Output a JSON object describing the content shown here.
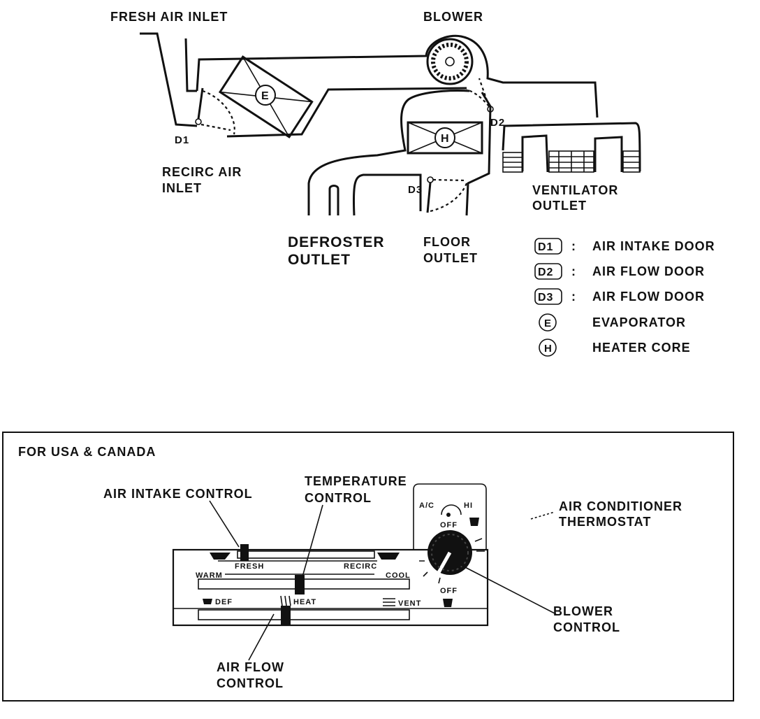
{
  "diagram": {
    "labels": {
      "fresh_air_inlet": "FRESH AIR INLET",
      "blower": "BLOWER",
      "recirc_line1": "RECIRC AIR",
      "recirc_line2": "INLET",
      "defroster_line1": "DEFROSTER",
      "defroster_line2": "OUTLET",
      "floor_line1": "FLOOR",
      "floor_line2": "OUTLET",
      "ventilator_line1": "VENTILATOR",
      "ventilator_line2": "OUTLET",
      "d1": "D1",
      "d2": "D2",
      "d3": "D3",
      "e_marker": "E",
      "h_marker": "H"
    },
    "legend": [
      {
        "key": "D1",
        "sep": ":",
        "text": "AIR INTAKE DOOR"
      },
      {
        "key": "D2",
        "sep": ":",
        "text": "AIR FLOW DOOR"
      },
      {
        "key": "D3",
        "sep": ":",
        "text": "AIR FLOW DOOR"
      },
      {
        "key": "E",
        "sep": "",
        "text": "EVAPORATOR"
      },
      {
        "key": "H",
        "sep": "",
        "text": "HEATER CORE"
      }
    ]
  },
  "panel": {
    "region": "FOR USA & CANADA",
    "air_intake_control": "AIR INTAKE CONTROL",
    "temperature_line1": "TEMPERATURE",
    "temperature_line2": "CONTROL",
    "ac_thermostat_line1": "AIR CONDITIONER",
    "ac_thermostat_line2": "THERMOSTAT",
    "blower_line1": "BLOWER",
    "blower_line2": "CONTROL",
    "airflow_line1": "AIR FLOW",
    "airflow_line2": "CONTROL",
    "fresh": "FRESH",
    "recirc": "RECIRC",
    "warm": "WARM",
    "cool": "COOL",
    "def": "DEF",
    "heat": "HEAT",
    "vent": "VENT",
    "ac": "A/C",
    "hi": "HI",
    "off_top": "OFF",
    "off_bottom": "OFF"
  }
}
